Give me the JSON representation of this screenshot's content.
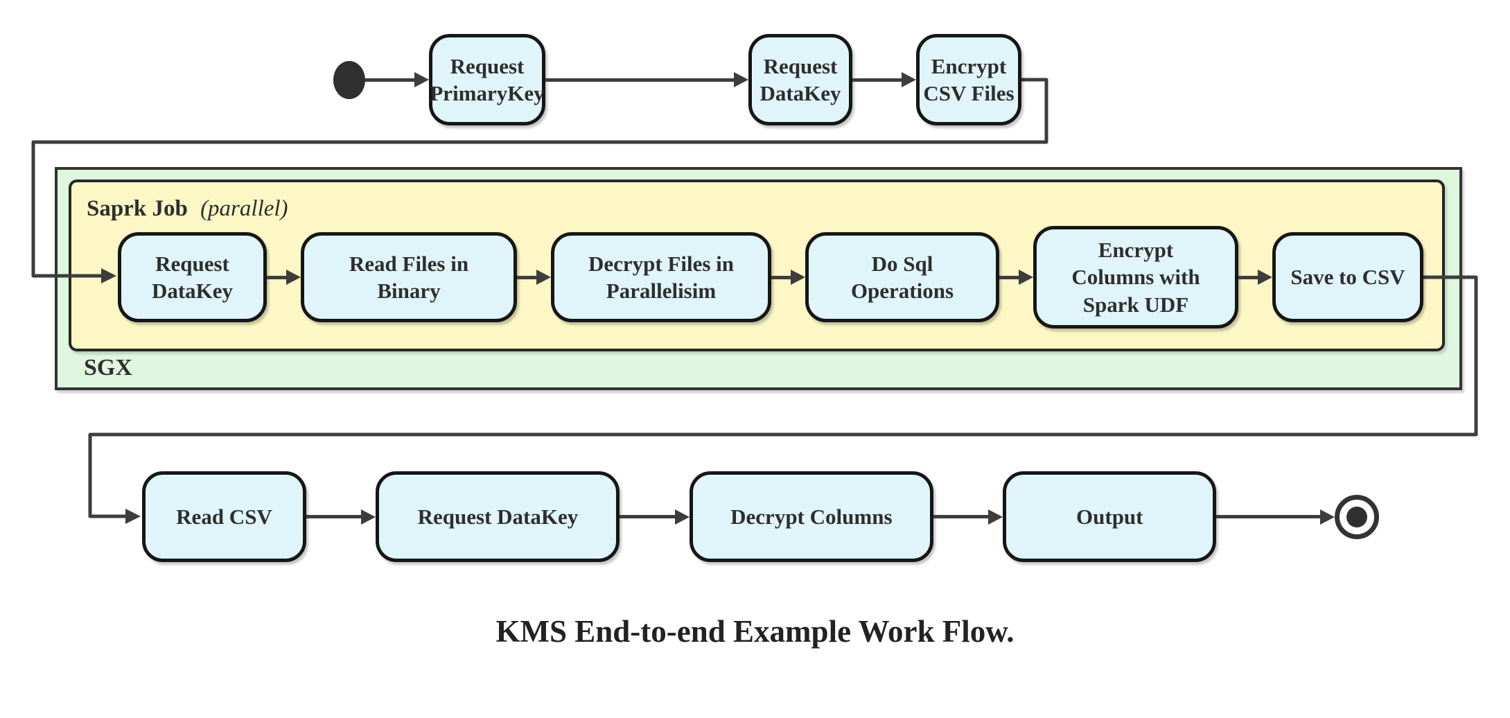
{
  "caption": "KMS End-to-end Example Work Flow.",
  "colors": {
    "node_fill": "#e0f5fa",
    "node_border": "#161616",
    "connector_line": "#3d3d3d",
    "sgx_container_fill": "#dff6df",
    "spark_container_fill": "#fcf7c5",
    "text": "#2e2e2e",
    "background": "#ffffff"
  },
  "start_row": {
    "nodes": [
      {
        "label": "Request\nPrimaryKey"
      },
      {
        "label": "Request\nDataKey"
      },
      {
        "label": "Encrypt\nCSV Files"
      }
    ]
  },
  "sgx_container": {
    "label": "SGX",
    "spark_container": {
      "label_bold": "Saprk Job",
      "label_italic": "(parallel)",
      "nodes": [
        {
          "label": "Request\nDataKey"
        },
        {
          "label": "Read Files in\nBinary"
        },
        {
          "label": "Decrypt Files in\nParallelisim"
        },
        {
          "label": "Do Sql\nOperations"
        },
        {
          "label": "Encrypt\nColumns with\nSpark UDF"
        },
        {
          "label": "Save to CSV"
        }
      ]
    }
  },
  "bottom_row": {
    "nodes": [
      {
        "label": "Read CSV"
      },
      {
        "label": "Request DataKey"
      },
      {
        "label": "Decrypt Columns"
      },
      {
        "label": "Output"
      }
    ]
  }
}
